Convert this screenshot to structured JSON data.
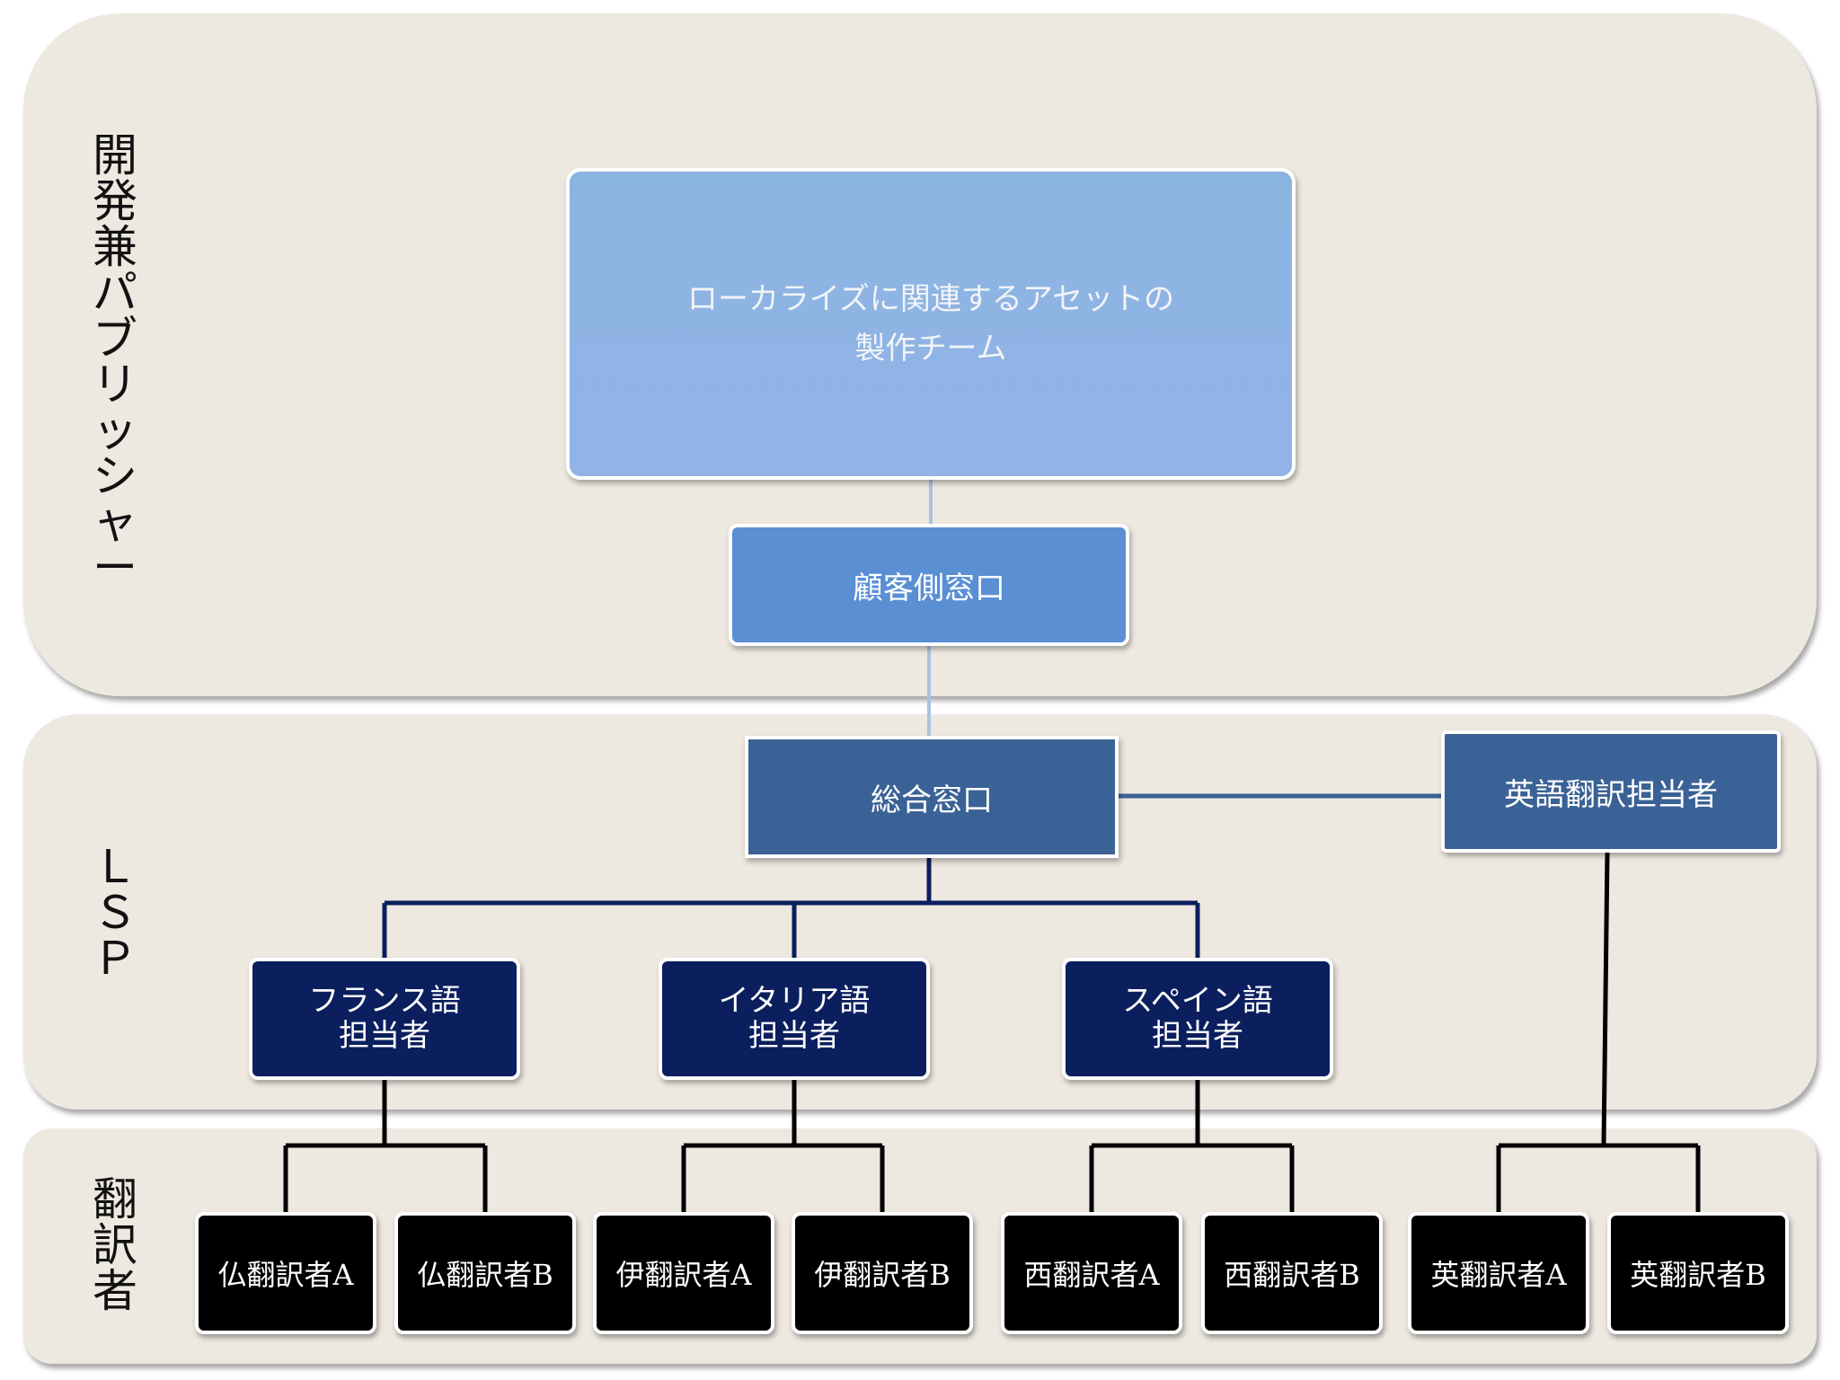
{
  "bands": {
    "publisher_label": [
      "開",
      "発",
      "兼",
      "パ",
      "ブ",
      "リ",
      "ッ",
      "シ",
      "ャ",
      "ー"
    ],
    "lsp_label": [
      "Ｌ",
      "Ｓ",
      "Ｐ"
    ],
    "translator_label": [
      "翻",
      "訳",
      "者"
    ]
  },
  "boxes": {
    "asset_team": "ローカライズに関連するアセットの\n製作チーム",
    "client_contact": "顧客側窓口",
    "general_contact": "総合窓口",
    "english_lead": "英語翻訳担当者",
    "french_lead": "フランス語\n担当者",
    "italian_lead": "イタリア語\n担当者",
    "spanish_lead": "スペイン語\n担当者"
  },
  "translators": [
    "仏翻訳者A",
    "仏翻訳者B",
    "伊翻訳者A",
    "伊翻訳者B",
    "西翻訳者A",
    "西翻訳者B",
    "英翻訳者A",
    "英翻訳者B"
  ],
  "colors": {
    "band_bg": "#ede8e0",
    "asset_team": "#8ab4e0",
    "client_contact": "#5a8fd4",
    "general_contact": "#3b6296",
    "language_lead": "#0b1f5e",
    "translator": "#000000",
    "connector_light": "#a9c3e0",
    "connector_mid": "#3b6296",
    "connector_dark": "#0b1f5e",
    "connector_black": "#000000"
  }
}
